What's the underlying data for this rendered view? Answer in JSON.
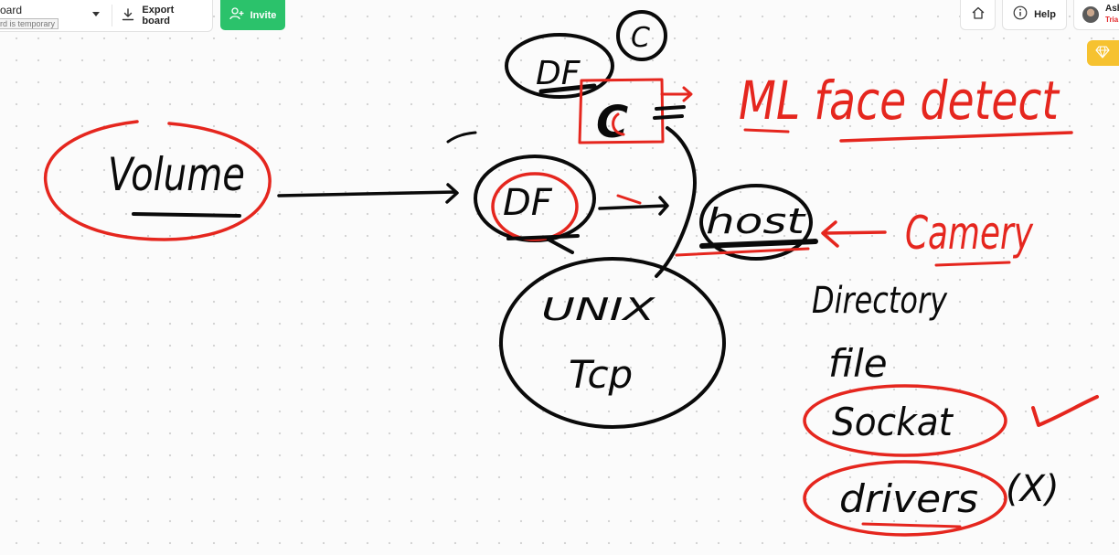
{
  "toolbar": {
    "board_name": "oard",
    "board_status": "rd is temporary",
    "export_label": "Export board",
    "invite_label": "Invite"
  },
  "header_right": {
    "help_label": "Help",
    "user_name": "Ash",
    "user_status": "Tria"
  },
  "icons": {
    "export": "download-icon",
    "invite": "add-user-icon",
    "home": "home-icon",
    "help": "info-icon",
    "premium": "diamond-icon"
  },
  "colors": {
    "ink_black": "#0a0a0a",
    "ink_red": "#e5261e",
    "invite_green": "#2bc26b",
    "premium_yellow": "#f6c230"
  },
  "whiteboard": {
    "labels": {
      "volume": "Volume",
      "df_top": "DF",
      "c_circle": "C",
      "c_box": "C",
      "df_mid": "DF",
      "host": "host",
      "unix": "UNIX",
      "tcp": "Tcp",
      "ml_face_detect": "ML face detect",
      "camera": "Camery",
      "directory": "Directory",
      "file": "file",
      "socket": "Sockat",
      "drivers": "drivers",
      "x_mark": "(X)"
    }
  }
}
